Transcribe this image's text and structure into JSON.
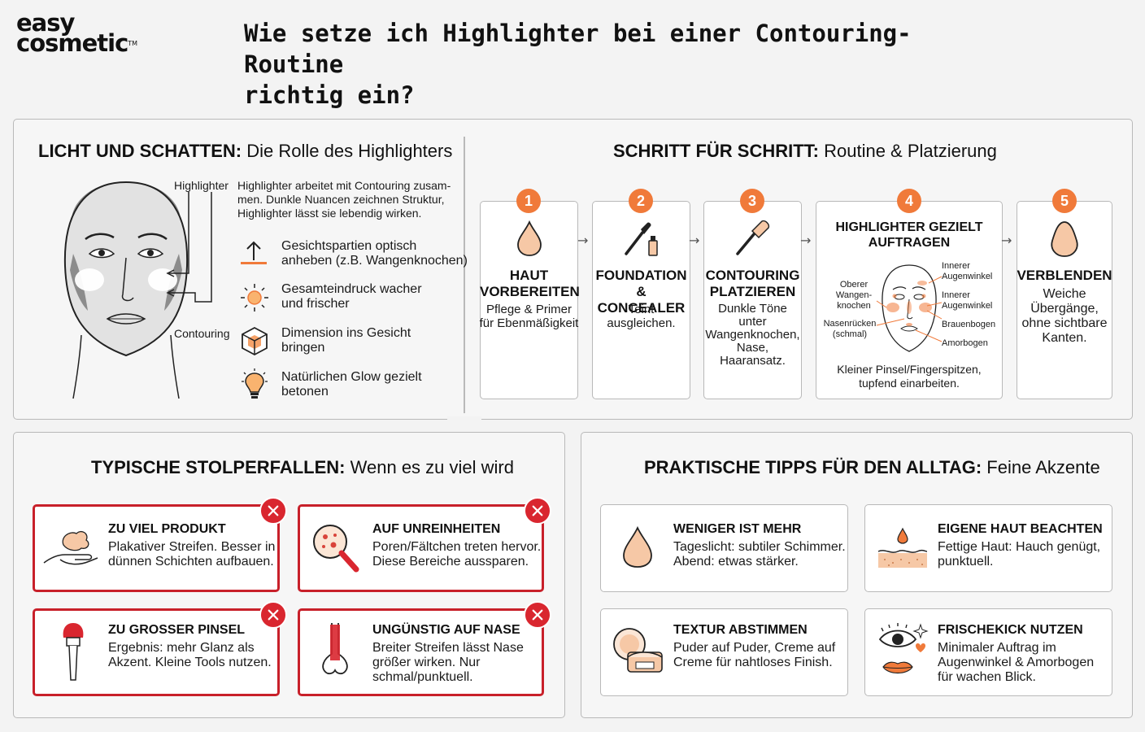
{
  "logo": {
    "line1": "easy",
    "line2": "cosmetic",
    "tm": "TM"
  },
  "title": {
    "line1": "Wie setze ich Highlighter bei einer Contouring-Routine",
    "line2": "richtig ein?"
  },
  "licht": {
    "title_bold": "LICHT UND SCHATTEN:",
    "title_rest": " Die Rolle des Highlighters",
    "label_highlighter": "Highlighter",
    "label_contouring": "Contouring",
    "intro": [
      "Highlighter arbeitet mit Contouring zusam-",
      "men. Dunkle Nuancen zeichnen Struktur,",
      "Highlighter lässt sie lebendig wirken."
    ],
    "benefits": [
      {
        "icon": "lift-arrow-icon",
        "lines": [
          "Gesichtspartien optisch",
          "anheben (z.B. Wangenknochen)"
        ]
      },
      {
        "icon": "sun-icon",
        "lines": [
          "Gesamteindruck wacher",
          "und frischer"
        ]
      },
      {
        "icon": "cube-icon",
        "lines": [
          "Dimension ins Gesicht",
          "bringen"
        ]
      },
      {
        "icon": "glow-bulb-icon",
        "lines": [
          "Natürlichen Glow gezielt",
          "betonen"
        ]
      }
    ]
  },
  "schritt": {
    "title_bold": "SCHRITT FÜR SCHRITT:",
    "title_rest": " Routine & Platzierung",
    "steps": [
      {
        "num": "1",
        "title": [
          "HAUT",
          "VORBEREITEN"
        ],
        "desc": [
          "Pflege & Primer",
          "für Ebenmäßigkeit"
        ]
      },
      {
        "num": "2",
        "title": [
          "FOUNDATION",
          "& CONCEALER"
        ],
        "desc": [
          "Teint",
          "ausgleichen."
        ]
      },
      {
        "num": "3",
        "title": [
          "CONTOURING",
          "PLATZIEREN"
        ],
        "desc": [
          "Dunkle Töne",
          "unter",
          "Wangenknochen,",
          "Nase,",
          "Haaransatz."
        ]
      },
      {
        "num": "4",
        "title": [
          "HIGHLIGHTER GEZIELT",
          "AUFTRAGEN"
        ],
        "desc": [
          "Kleiner Pinsel/Fingerspitzen,",
          "tupfend einarbeiten."
        ]
      },
      {
        "num": "5",
        "title": [
          "VERBLENDEN"
        ],
        "desc": [
          "Weiche",
          "Übergänge,",
          "ohne sichtbare",
          "Kanten."
        ]
      }
    ],
    "face_labels": {
      "oberer": [
        "Oberer",
        "Wangen-",
        "knochen"
      ],
      "nasen": [
        "Nasenrücken",
        "(schmal)"
      ],
      "inner1": [
        "Innerer",
        "Augenwinkel"
      ],
      "inner2": [
        "Innerer",
        "Augenwinkel"
      ],
      "brauen": "Brauenbogen",
      "amor": "Amorbogen"
    }
  },
  "stolper": {
    "title_bold": "TYPISCHE STOLPERFALLEN:",
    "title_rest": " Wenn es zu viel wird",
    "cards": [
      {
        "icon": "hand-cream-icon",
        "title": "ZU VIEL PRODUKT",
        "desc": [
          "Plakativer Streifen. Besser in",
          "dünnen Schichten aufbauen."
        ]
      },
      {
        "icon": "magnifier-icon",
        "title": "AUF UNREINHEITEN",
        "desc": [
          "Poren/Fältchen treten hervor.",
          "Diese Bereiche aussparen."
        ]
      },
      {
        "icon": "big-brush-icon",
        "title": "ZU GROSSER PINSEL",
        "desc": [
          "Ergebnis: mehr Glanz als",
          "Akzent. Kleine Tools nutzen."
        ]
      },
      {
        "icon": "nose-icon",
        "title": "UNGÜNSTIG AUF NASE",
        "desc": [
          "Breiter Streifen lässt Nase",
          "größer wirken. Nur",
          "schmal/punktuell."
        ]
      }
    ]
  },
  "tipps": {
    "title_bold": "PRAKTISCHE TIPPS FÜR DEN ALLTAG:",
    "title_rest": " Feine Akzente",
    "cards": [
      {
        "icon": "drop-icon",
        "title": "WENIGER IST MEHR",
        "desc": [
          "Tageslicht: subtiler Schimmer.",
          "Abend: etwas stärker."
        ]
      },
      {
        "icon": "skin-layer-icon",
        "title": "EIGENE HAUT BEACHTEN",
        "desc": [
          "Fettige Haut: Hauch genügt,",
          "punktuell."
        ]
      },
      {
        "icon": "compact-jar-icon",
        "title": "TEXTUR ABSTIMMEN",
        "desc": [
          "Puder auf Puder, Creme auf",
          "Creme für nahtloses Finish."
        ]
      },
      {
        "icon": "eye-lips-icon",
        "title": "FRISCHEKICK NUTZEN",
        "desc": [
          "Minimaler Auftrag im",
          "Augenwinkel & Amorbogen",
          "für wachen Blick."
        ]
      }
    ]
  },
  "colors": {
    "accent": "#f07a3a",
    "error": "#c8202a",
    "peach": "#f6c8a6"
  }
}
